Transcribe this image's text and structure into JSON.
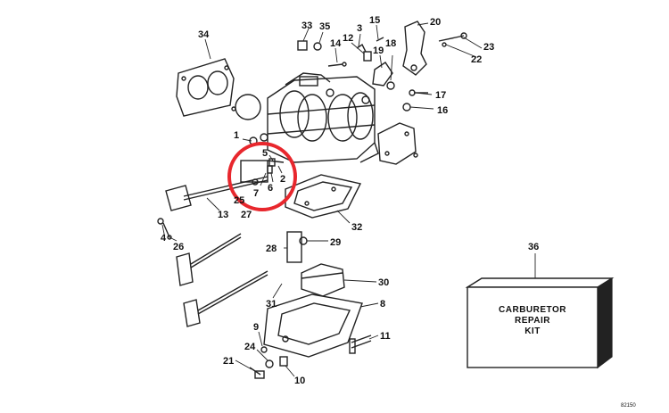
{
  "callouts": [
    "34",
    "33",
    "35",
    "3",
    "15",
    "20",
    "14",
    "12",
    "19",
    "18",
    "23",
    "22",
    "17",
    "16",
    "1",
    "5",
    "2",
    "25",
    "7",
    "6",
    "27",
    "13",
    "4",
    "26",
    "32",
    "28",
    "29",
    "30",
    "31",
    "8",
    "9",
    "24",
    "11",
    "21",
    "10",
    "36"
  ],
  "kit_box": {
    "line1": "CARBURETOR",
    "line2": "REPAIR",
    "line3": "KIT"
  },
  "figure_id": "82150",
  "highlight": {
    "color": "#e8272d"
  },
  "colors": {
    "ink": "#222222",
    "paper": "#ffffff"
  }
}
